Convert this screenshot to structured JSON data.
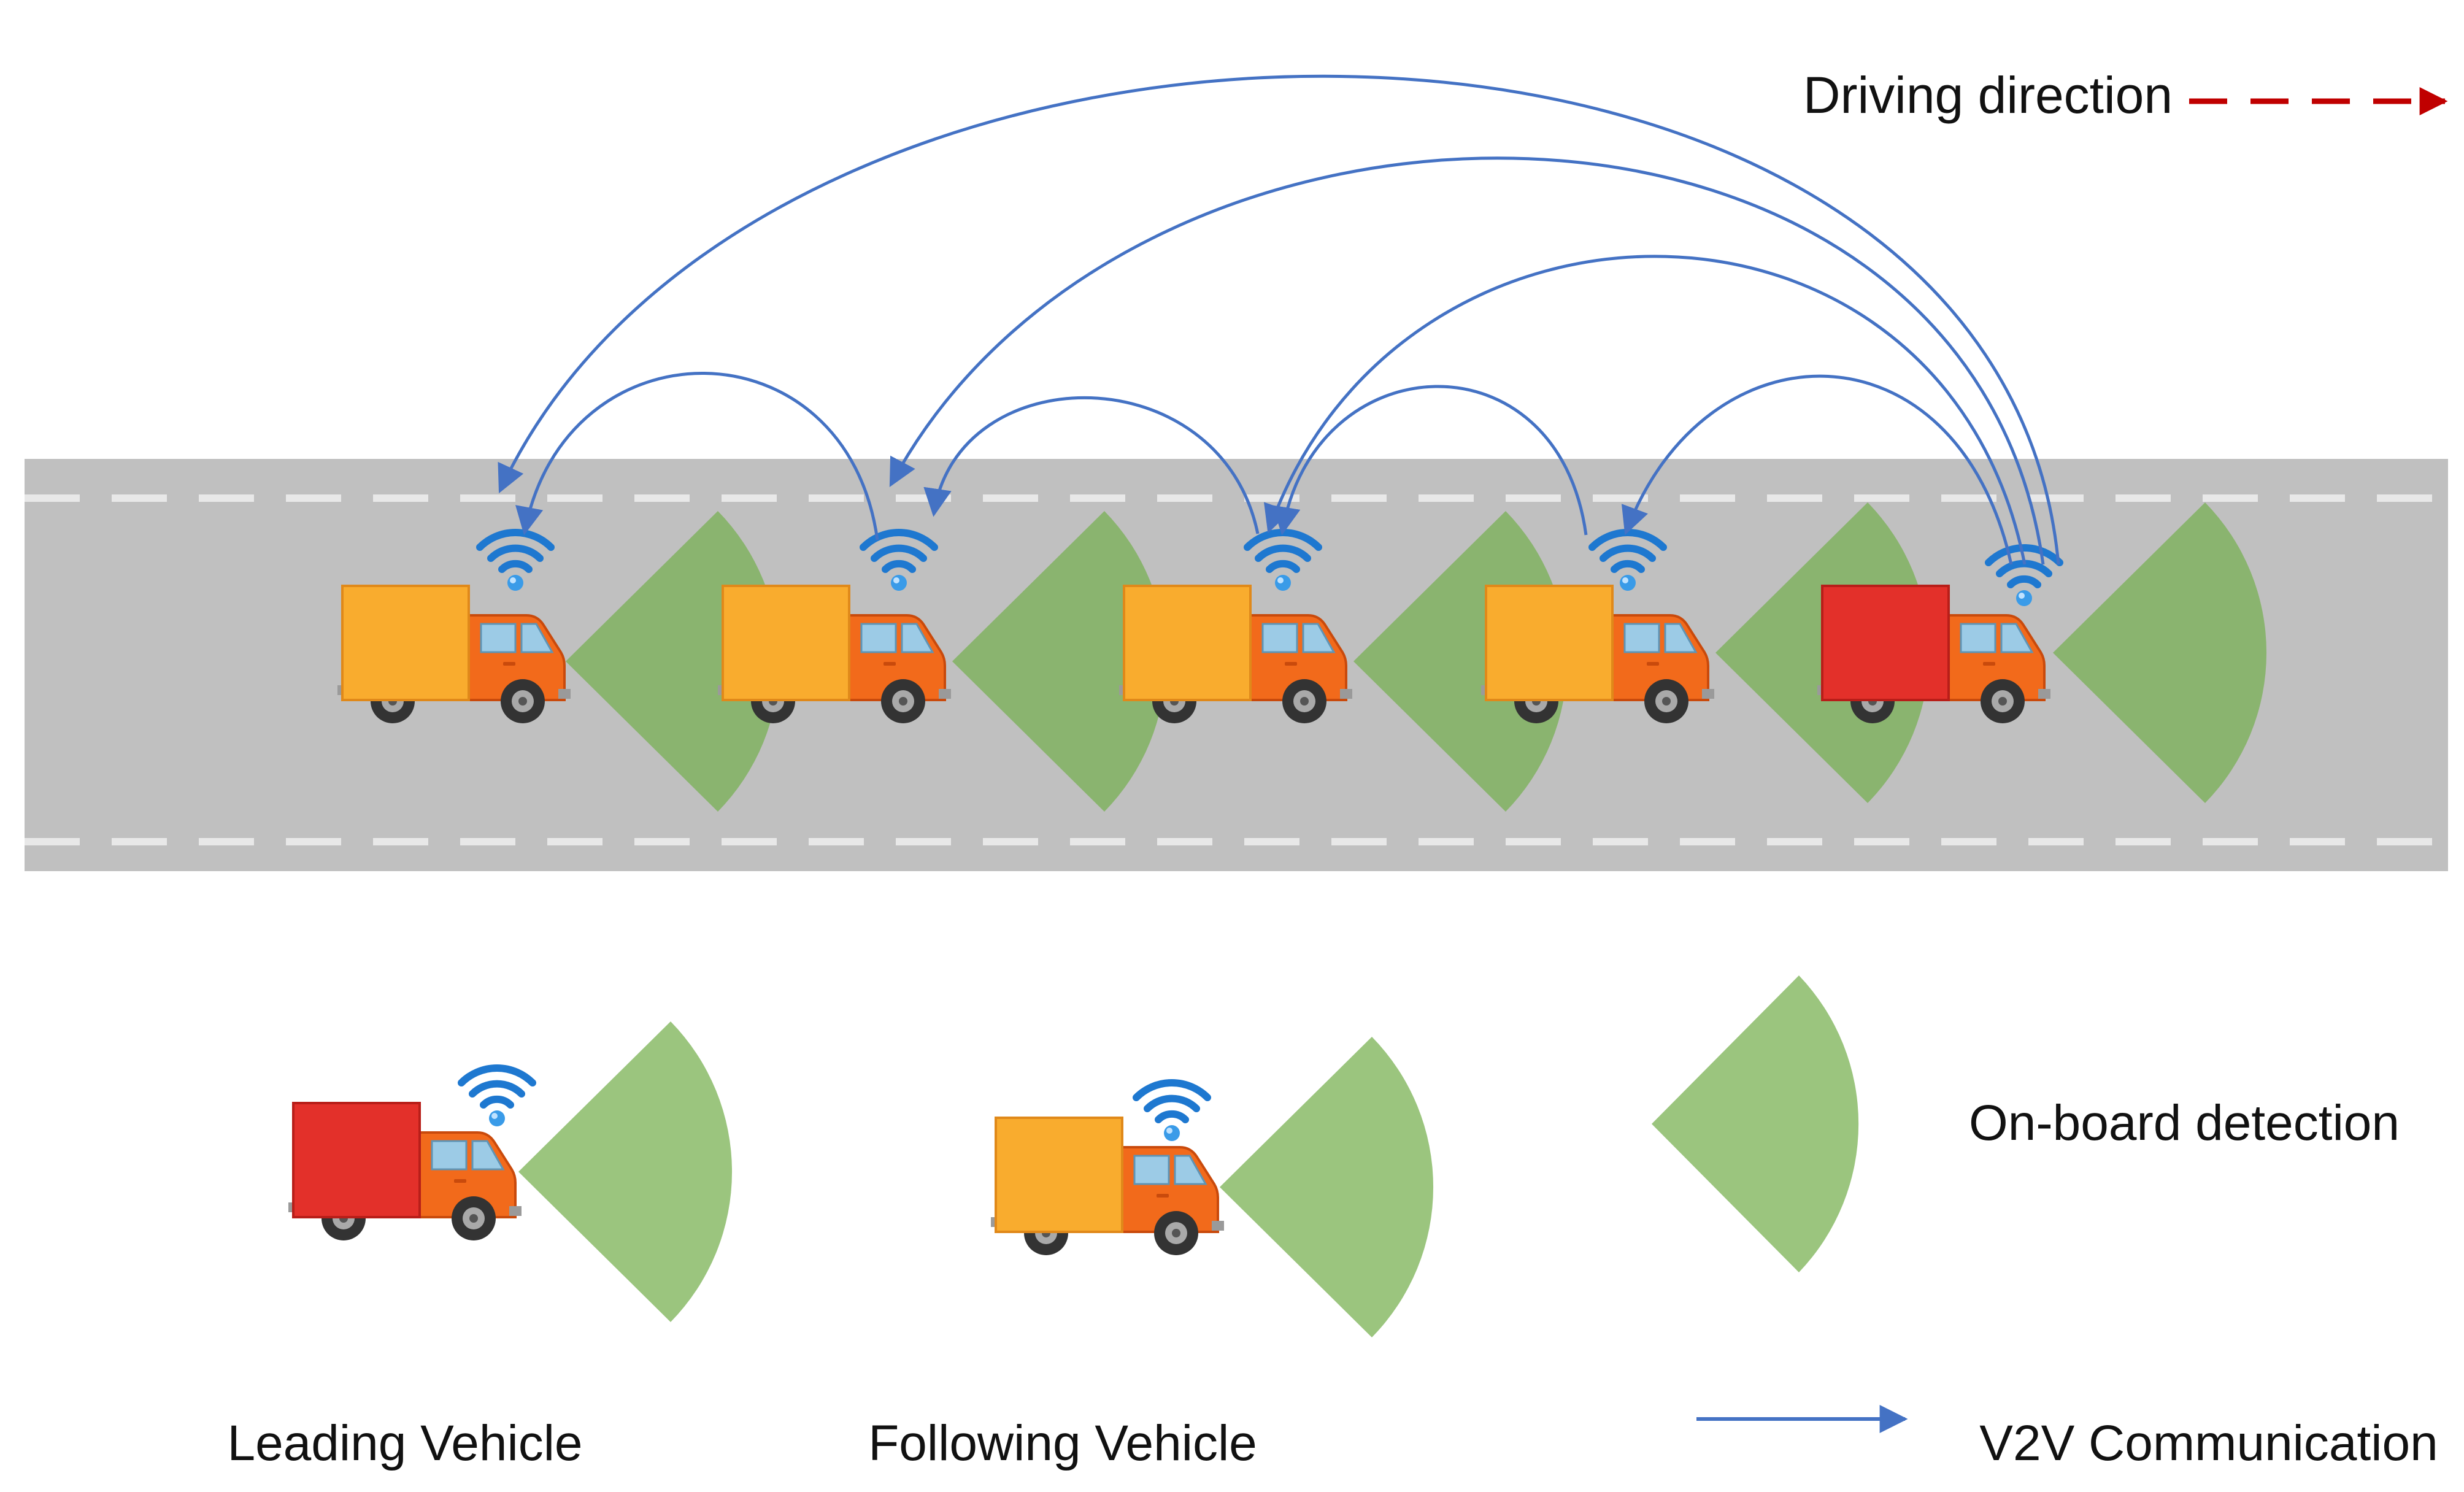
{
  "header": {
    "driving_direction_label": "Driving direction"
  },
  "platoon": {
    "vehicles": [
      {
        "role": "following",
        "cargo_color": "#F9AC2E"
      },
      {
        "role": "following",
        "cargo_color": "#F9AC2E"
      },
      {
        "role": "following",
        "cargo_color": "#F9AC2E"
      },
      {
        "role": "following",
        "cargo_color": "#F9AC2E"
      },
      {
        "role": "leading",
        "cargo_color": "#E3302A"
      }
    ]
  },
  "legend": {
    "leading_vehicle_label": "Leading Vehicle",
    "following_vehicle_label": "Following Vehicle",
    "onboard_detection_label": "On-board detection",
    "v2v_label": "V2V Communication"
  },
  "colors": {
    "road": "#C0C0C0",
    "lane_marking": "#E8E8E8",
    "detection_zone": "#8AB46F",
    "detection_zone_legend": "#9BC57E",
    "v2v_arrow": "#4472C4",
    "direction_arrow": "#C00000",
    "wifi": "#1E78D0",
    "cab": "#F26A1B",
    "leading_cargo": "#E3302A",
    "following_cargo": "#F9AC2E"
  },
  "icons": {
    "vehicle": "truck-icon",
    "signal": "wifi-signal-icon"
  }
}
